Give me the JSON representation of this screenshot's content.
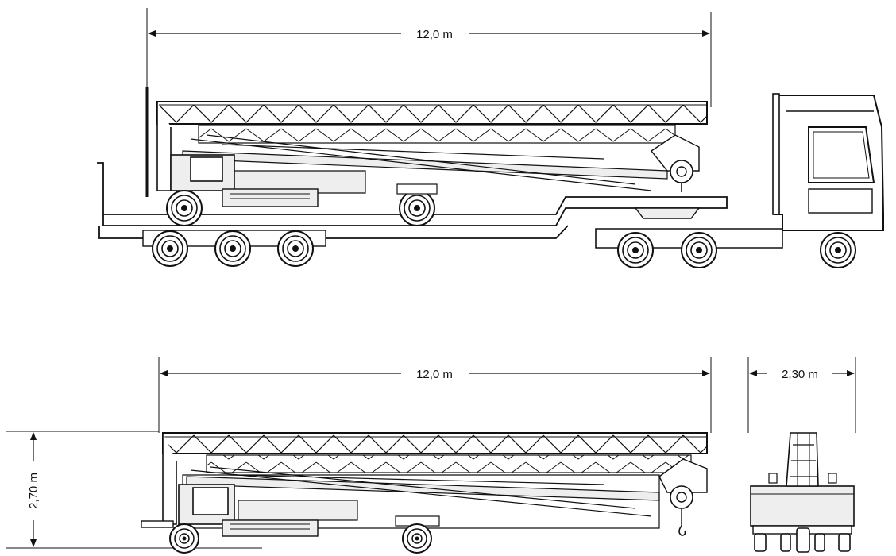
{
  "dimensions": {
    "transport_length": "12,0 m",
    "crane_length": "12,0 m",
    "crane_width": "2,30 m",
    "crane_height": "2,70 m"
  },
  "colors": {
    "line": "#111111",
    "fill": "#eeeeee",
    "background": "#ffffff"
  }
}
